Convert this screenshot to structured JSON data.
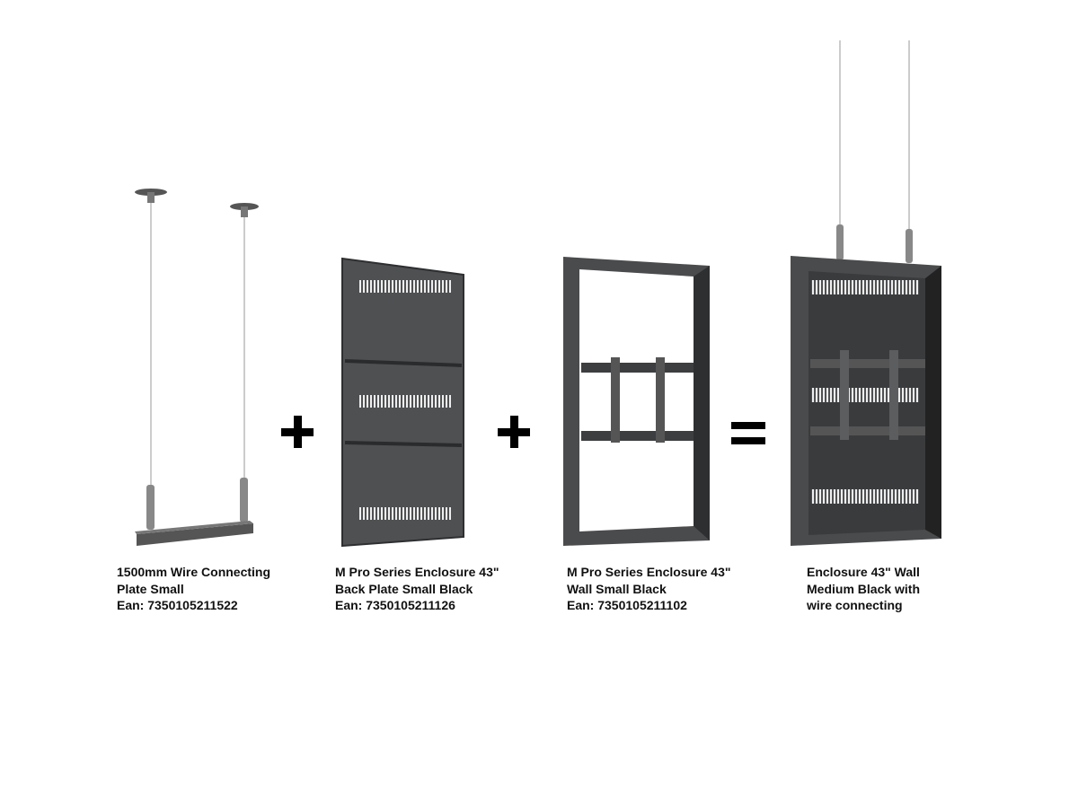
{
  "products": [
    {
      "title_lines": [
        "1500mm Wire Connecting",
        "Plate Small"
      ],
      "ean": "Ean: 7350105211522"
    },
    {
      "title_lines": [
        "M Pro Series Enclosure 43\"",
        "Back Plate Small Black"
      ],
      "ean": "Ean: 7350105211126"
    },
    {
      "title_lines": [
        "M Pro Series Enclosure 43\"",
        "Wall Small Black"
      ],
      "ean": "Ean: 7350105211102"
    },
    {
      "title_lines": [
        "Enclosure 43\" Wall",
        "Medium Black with",
        "wire connecting"
      ]
    }
  ],
  "operators": [
    "+",
    "+",
    "="
  ],
  "colors": {
    "metal": "#4a4b4d",
    "metal_dark": "#2e2f31",
    "wire": "#bdbdbd"
  }
}
